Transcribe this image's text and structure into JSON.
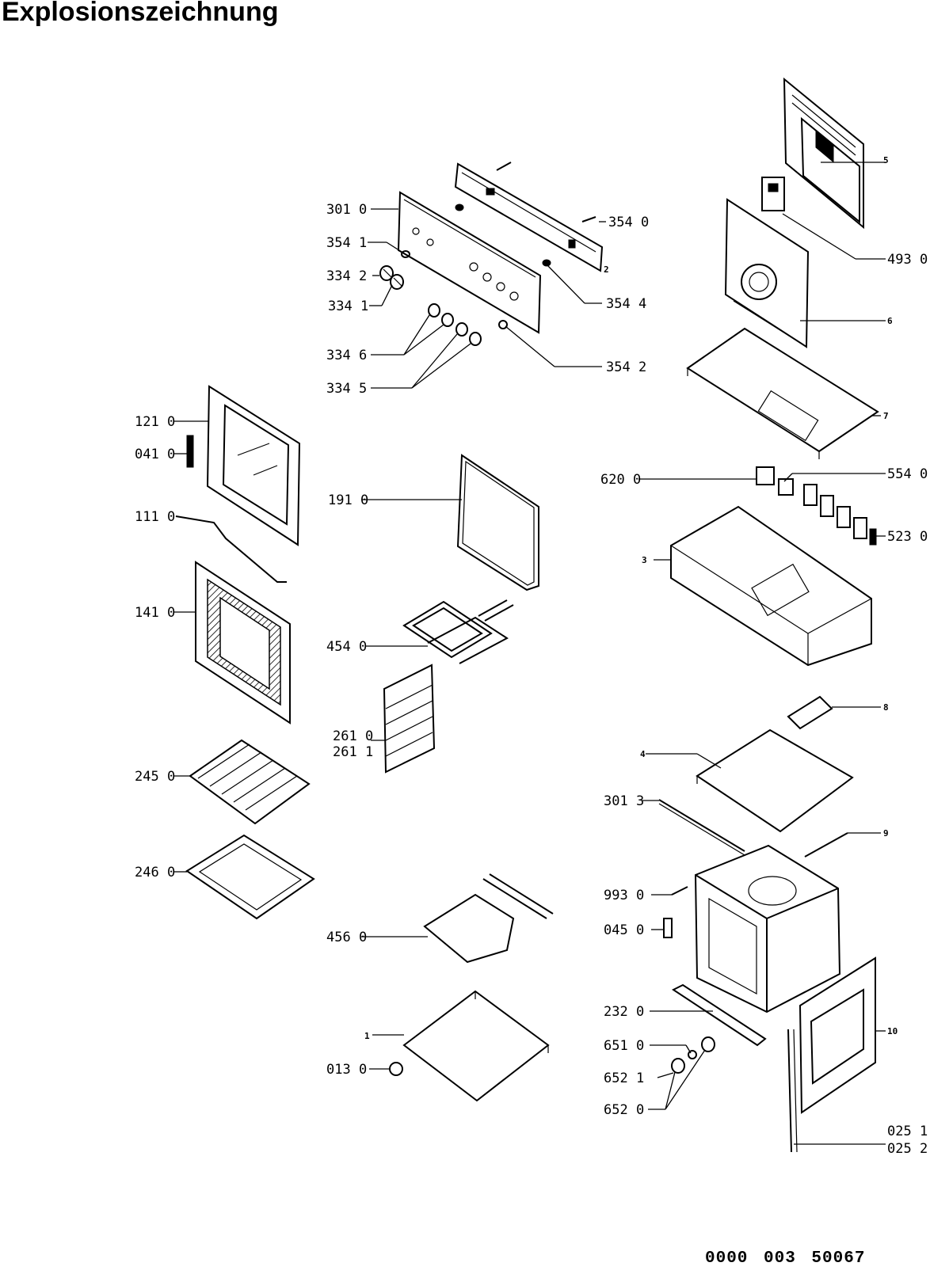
{
  "title": "Explosionszeichnung",
  "document_number": "0000 003 50067",
  "callouts": {
    "c3010": "301 0",
    "c3541": "354 1",
    "c3342": "334 2",
    "c3341": "334 1",
    "c3346": "334 6",
    "c3345": "334 5",
    "c3540": "354 0",
    "c3544": "354 4",
    "c3542": "354 2",
    "c2": "2",
    "c5": "5",
    "c4930": "493 0",
    "c6": "6",
    "c7": "7",
    "c1210": "121 0",
    "c0410": "041 0",
    "c1110": "111 0",
    "c1410": "141 0",
    "c1910": "191 0",
    "c4540": "454 0",
    "c2610": "261 0",
    "c2611": "261 1",
    "c2450": "245 0",
    "c2460": "246 0",
    "c4560": "456 0",
    "c1": "1",
    "c0130": "013 0",
    "c6200": "620 0",
    "c5540": "554 0",
    "c5230": "523 0",
    "c3": "3",
    "c8": "8",
    "c4": "4",
    "c3013": "301 3",
    "c9": "9",
    "c9930": "993 0",
    "c0450": "045 0",
    "c2320": "232 0",
    "c6510": "651 0",
    "c6521": "652 1",
    "c6520": "652 0",
    "c10": "10",
    "c0251": "025 1",
    "c0252": "025 2"
  }
}
